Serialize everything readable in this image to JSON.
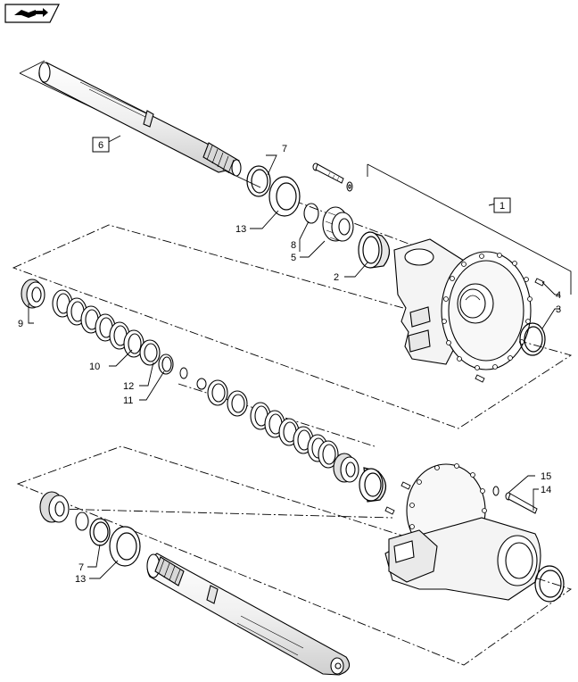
{
  "diagram": {
    "icon": "book-arrow-icon",
    "groups": [
      {
        "id": "1",
        "label": "1"
      },
      {
        "id": "6",
        "label": "6"
      }
    ],
    "callouts": [
      {
        "key": "c7a",
        "label": "7"
      },
      {
        "key": "c13a",
        "label": "13"
      },
      {
        "key": "c8",
        "label": "8"
      },
      {
        "key": "c5",
        "label": "5"
      },
      {
        "key": "c2",
        "label": "2"
      },
      {
        "key": "c4",
        "label": "4"
      },
      {
        "key": "c3",
        "label": "3"
      },
      {
        "key": "c9",
        "label": "9"
      },
      {
        "key": "c10",
        "label": "10"
      },
      {
        "key": "c12",
        "label": "12"
      },
      {
        "key": "c11",
        "label": "11"
      },
      {
        "key": "c15",
        "label": "15"
      },
      {
        "key": "c14",
        "label": "14"
      },
      {
        "key": "c7b",
        "label": "7"
      },
      {
        "key": "c13b",
        "label": "13"
      }
    ]
  }
}
